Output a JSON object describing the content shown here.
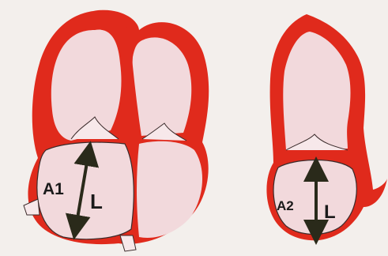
{
  "colors": {
    "myocardium": "#e02a1c",
    "chamber_fill": "#f2d9dc",
    "background": "#f3efec",
    "outline": "#3a2a2a",
    "arrow": "#2a2a1a"
  },
  "left_heart": {
    "area_label": "A1",
    "length_label": "L"
  },
  "right_heart": {
    "area_label": "A2",
    "length_label": "L"
  }
}
